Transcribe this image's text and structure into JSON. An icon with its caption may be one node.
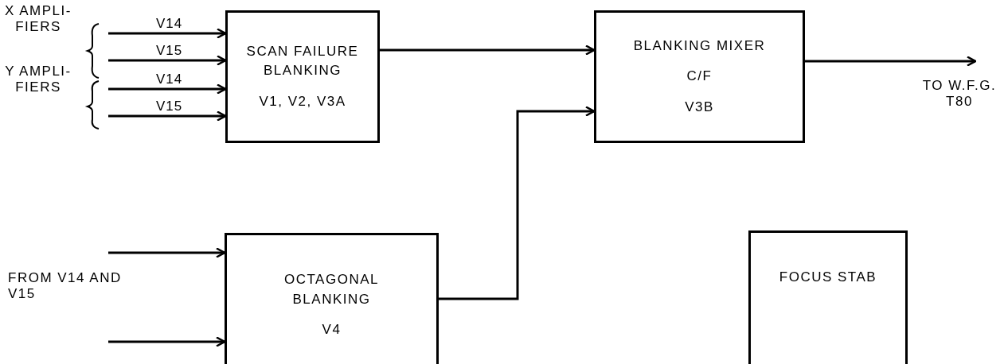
{
  "diagram": {
    "nodes": [
      {
        "text": [
          "SCAN FAILURE BLANKING",
          "V1, V2, V3A"
        ]
      },
      {
        "text": [
          "BLANKING MIXER",
          "C/F",
          "V3B"
        ]
      },
      {
        "text": [
          "OCTAGONAL BLANKING",
          "V4"
        ]
      },
      {
        "text": [
          "FOCUS STAB"
        ]
      }
    ],
    "edges": [
      {
        "from": null,
        "to": 0,
        "arrow": "to",
        "label": "V14"
      },
      {
        "from": null,
        "to": 0,
        "arrow": "to",
        "label": "V15"
      },
      {
        "from": null,
        "to": 0,
        "arrow": "to",
        "label": "V14"
      },
      {
        "from": null,
        "to": 0,
        "arrow": "to",
        "label": "V15"
      },
      {
        "from": 0,
        "to": 1,
        "arrow": "to"
      },
      {
        "from": 2,
        "to": 1,
        "arrow": "to"
      },
      {
        "from": 1,
        "to": null,
        "arrow": "to"
      },
      {
        "from": null,
        "to": 2,
        "arrow": "to"
      },
      {
        "from": null,
        "to": 2,
        "arrow": "to"
      }
    ],
    "labels": [
      "X AMPLI- FIERS",
      "Y AMPLI- FIERS",
      "FROM V14 AND V15",
      "TO W.F.G. T80"
    ]
  }
}
